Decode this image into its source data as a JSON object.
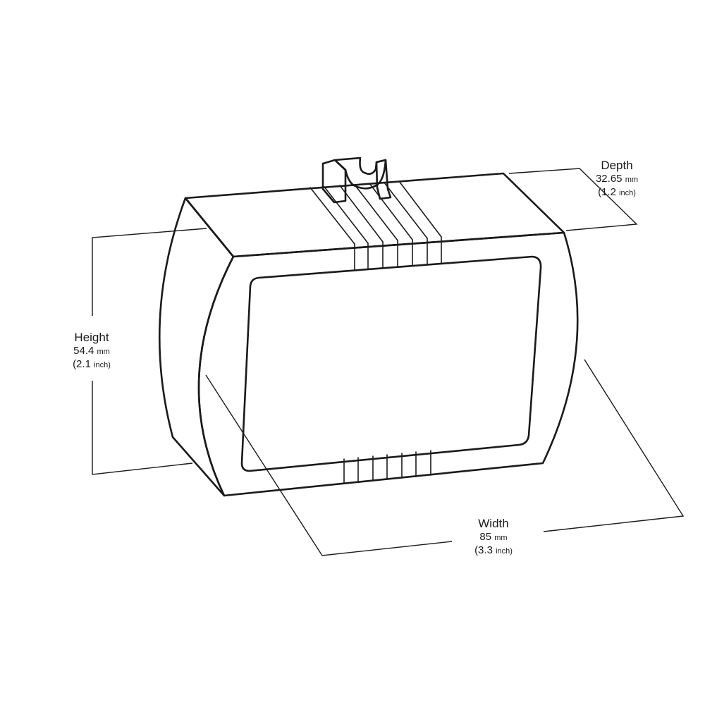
{
  "dimensions": {
    "depth": {
      "label": "Depth",
      "value": "32.65",
      "unit": "mm",
      "imperial_value": "(1.2",
      "imperial_unit": "inch)"
    },
    "height": {
      "label": "Height",
      "value": "54.4",
      "unit": "mm",
      "imperial_value": "(2.1",
      "imperial_unit": "inch)"
    },
    "width": {
      "label": "Width",
      "value": "85",
      "unit": "mm",
      "imperial_value": "(3.3",
      "imperial_unit": "inch)"
    }
  }
}
